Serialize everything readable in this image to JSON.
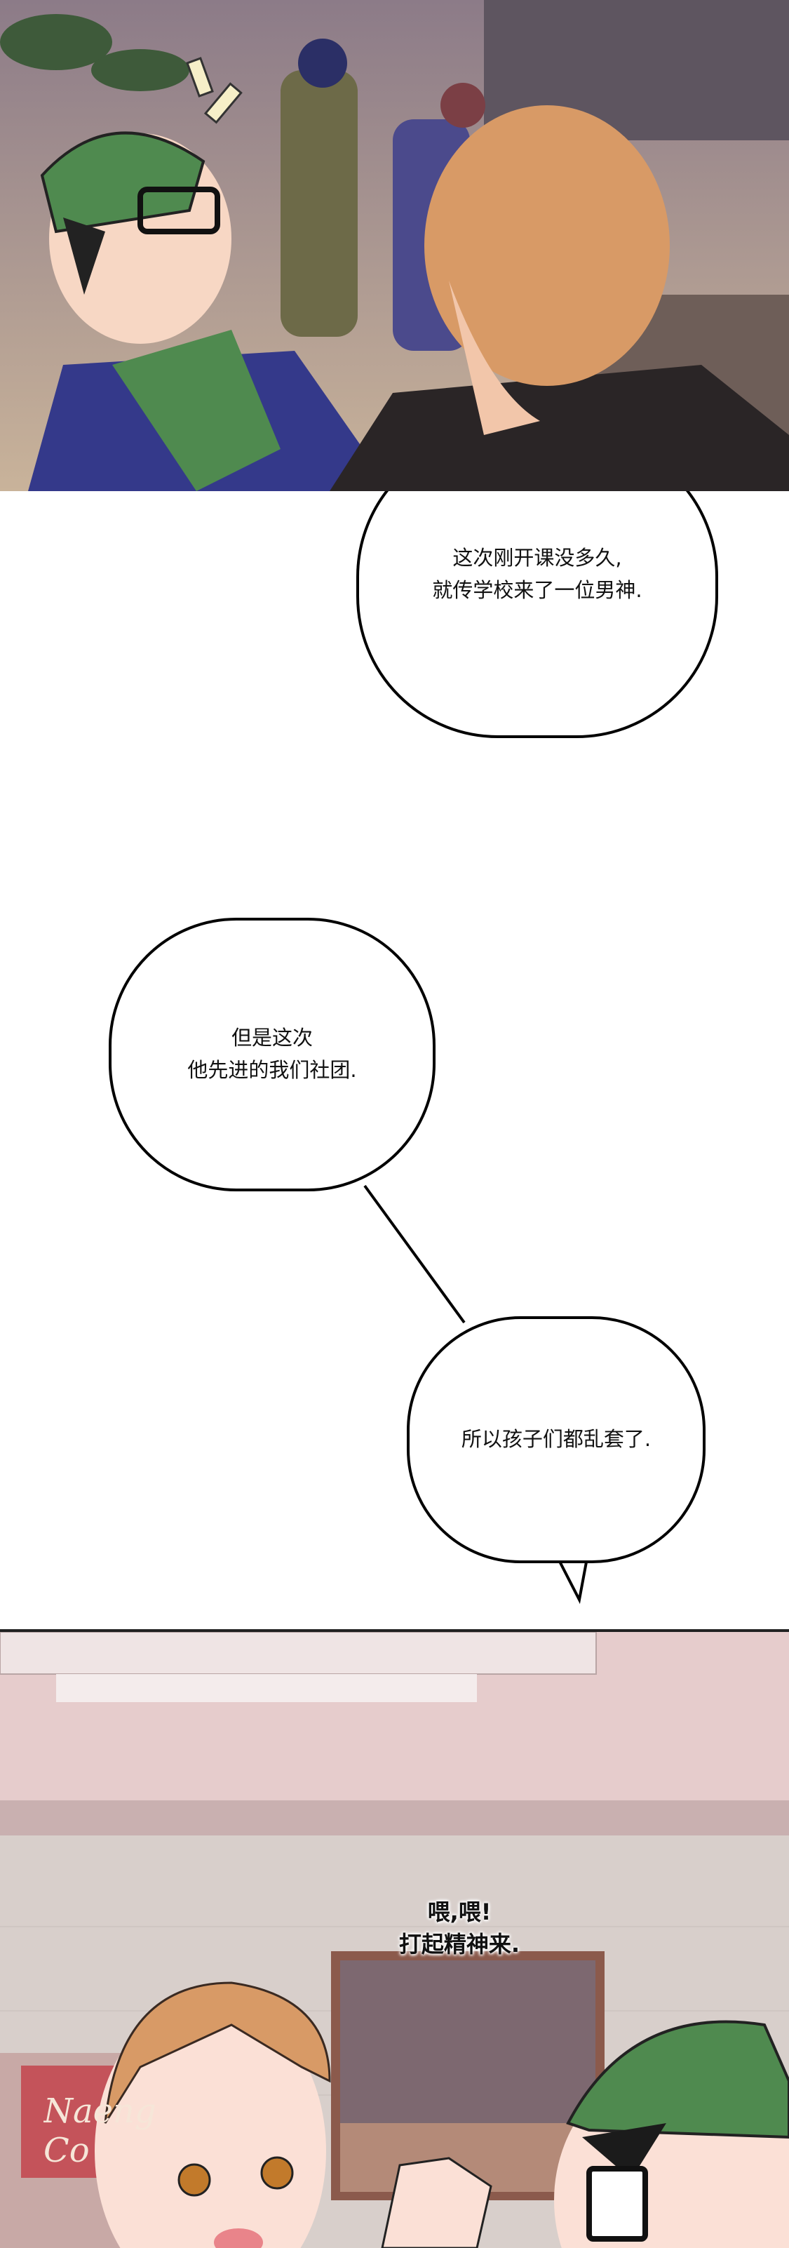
{
  "panels": [
    {
      "id": "panel-cafe-grab"
    },
    {
      "id": "panel-narration"
    },
    {
      "id": "panel-store"
    }
  ],
  "bubbles": {
    "b1": {
      "line1": "这次刚开课没多久,",
      "line2": "就传学校来了一位男神."
    },
    "b2": {
      "line1": "但是这次",
      "line2": "他先进的我们社团."
    },
    "b3": {
      "line1": "所以孩子们都乱套了."
    },
    "sfx": {
      "line1": "喂,喂!",
      "line2": "打起精神来."
    }
  },
  "store_sign": "Naeng Co",
  "colors": {
    "cap_green": "#4f8a4f",
    "hair_blonde": "#d89a66",
    "ceiling_pink": "#e6cccc",
    "wall": "#d8cfcb"
  }
}
